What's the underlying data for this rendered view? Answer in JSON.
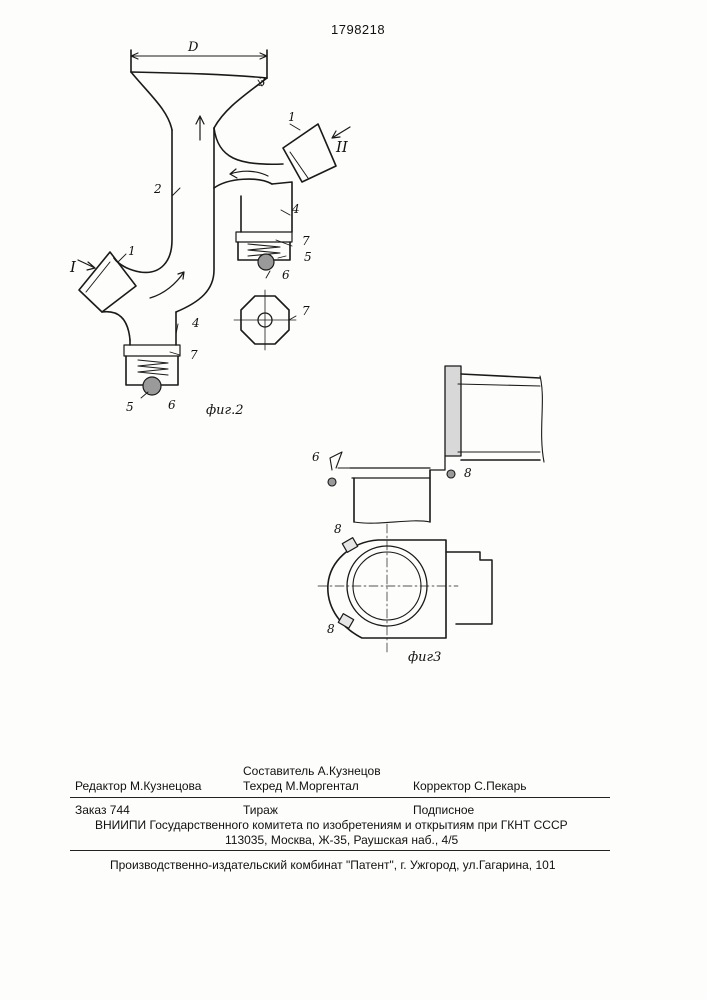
{
  "patent_number": "1798218",
  "figures": {
    "fig2": {
      "caption": "фиг.2",
      "dimension_label": "D",
      "inlet_labels": [
        "I",
        "II"
      ],
      "part_labels": [
        "1",
        "1",
        "2",
        "3",
        "4",
        "4",
        "5",
        "5",
        "6",
        "6",
        "7",
        "7",
        "7"
      ]
    },
    "fig3": {
      "caption": "фиг3",
      "part_labels": [
        "6",
        "8",
        "8",
        "8"
      ]
    }
  },
  "imprint": {
    "composer": "Составитель  А.Кузнецов",
    "editor": "Редактор  М.Кузнецова",
    "tech_editor": "Техред М.Моргентал",
    "proofreader": "Корректор С.Пекарь",
    "order": "Заказ  744",
    "circulation": "Тираж",
    "subscription": "Подписное",
    "organization": "ВНИИПИ Государственного комитета по изобретениям и открытиям при ГКНТ СССР",
    "address": "113035, Москва, Ж-35, Раушская наб., 4/5",
    "publisher": "Производственно-издательский комбинат \"Патент\", г. Ужгород, ул.Гагарина, 101"
  }
}
